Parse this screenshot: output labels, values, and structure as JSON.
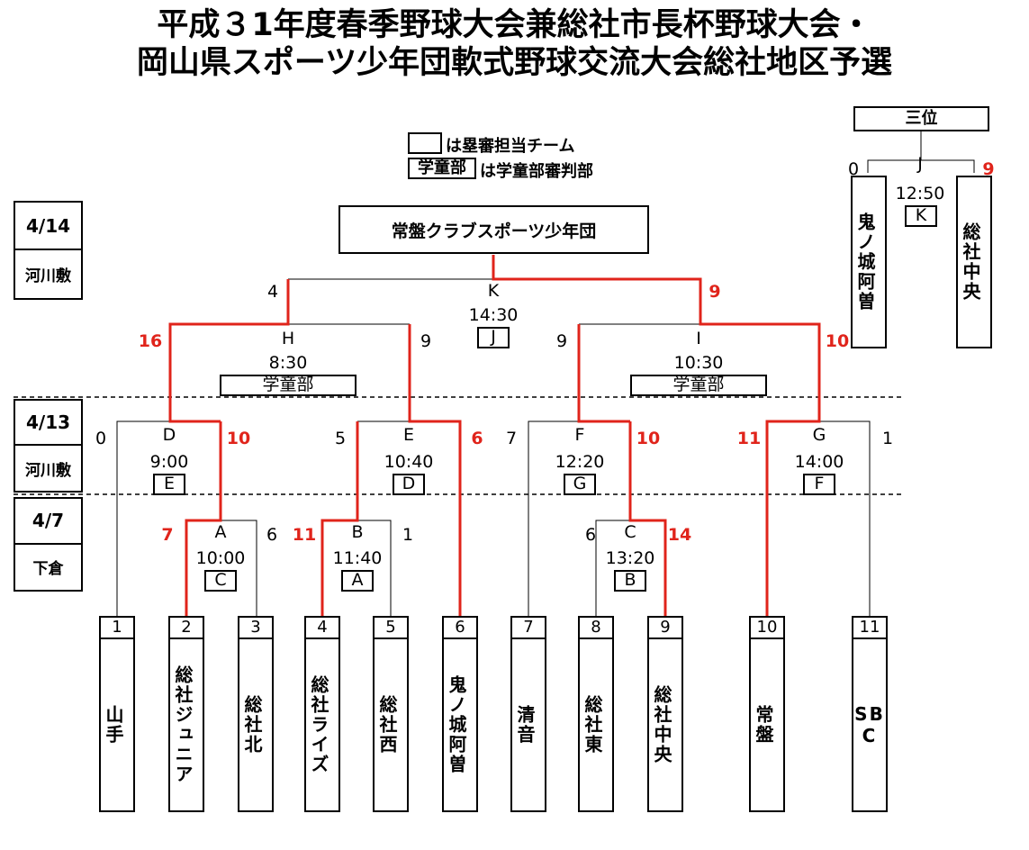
{
  "title": {
    "line1": "平成３1年度春季野球大会兼総社市長杯野球大会・",
    "line2": "岡山県スポーツ少年団軟式野球交流大会総社地区予選"
  },
  "legend": {
    "umpire_team": "は塁審担当チーム",
    "gakudobu_box": "学童部",
    "gakudobu_text": "は学童部審判部"
  },
  "champion": "常盤クラブスポーツ少年団",
  "third_place": {
    "label": "三位",
    "game": "J",
    "time": "12:50",
    "umpire": "K",
    "left_score": "0",
    "right_score": "9",
    "left_team": "鬼ノ城阿曽",
    "right_team": "総社中央"
  },
  "dates": [
    {
      "date": "4/14",
      "venue": "河川敷"
    },
    {
      "date": "4/13",
      "venue": "河川敷"
    },
    {
      "date": "4/7",
      "venue": "下倉"
    }
  ],
  "teams": [
    {
      "num": "1",
      "name": "山手"
    },
    {
      "num": "2",
      "name": "総社ジュニア"
    },
    {
      "num": "3",
      "name": "総社北"
    },
    {
      "num": "4",
      "name": "総社ライズ"
    },
    {
      "num": "5",
      "name": "総社西"
    },
    {
      "num": "6",
      "name": "鬼ノ城阿曽"
    },
    {
      "num": "7",
      "name": "清音"
    },
    {
      "num": "8",
      "name": "総社東"
    },
    {
      "num": "9",
      "name": "総社中央"
    },
    {
      "num": "10",
      "name": "常盤"
    },
    {
      "num": "11",
      "name": "SBC"
    }
  ],
  "games": {
    "A": {
      "label": "A",
      "time": "10:00",
      "umpire": "C",
      "left": "7",
      "right": "6"
    },
    "B": {
      "label": "B",
      "time": "11:40",
      "umpire": "A",
      "left": "11",
      "right": "1"
    },
    "C": {
      "label": "C",
      "time": "13:20",
      "umpire": "B",
      "left": "6",
      "right": "14"
    },
    "D": {
      "label": "D",
      "time": "9:00",
      "umpire": "E",
      "left": "0",
      "right": "10"
    },
    "E": {
      "label": "E",
      "time": "10:40",
      "umpire": "D",
      "left": "5",
      "right": "6"
    },
    "F": {
      "label": "F",
      "time": "12:20",
      "umpire": "G",
      "left": "7",
      "right": "10"
    },
    "G": {
      "label": "G",
      "time": "14:00",
      "umpire": "F",
      "left": "11",
      "right": "1"
    },
    "H": {
      "label": "H",
      "time": "8:30",
      "umpire": "学童部",
      "left": "16",
      "right": "9"
    },
    "I": {
      "label": "I",
      "time": "10:30",
      "umpire": "学童部",
      "left": "9",
      "right": "10"
    },
    "K": {
      "label": "K",
      "time": "14:30",
      "umpire": "J",
      "left": "4",
      "right": "9"
    }
  },
  "colors": {
    "winner_line": "#e0241b",
    "line": "#000000"
  }
}
